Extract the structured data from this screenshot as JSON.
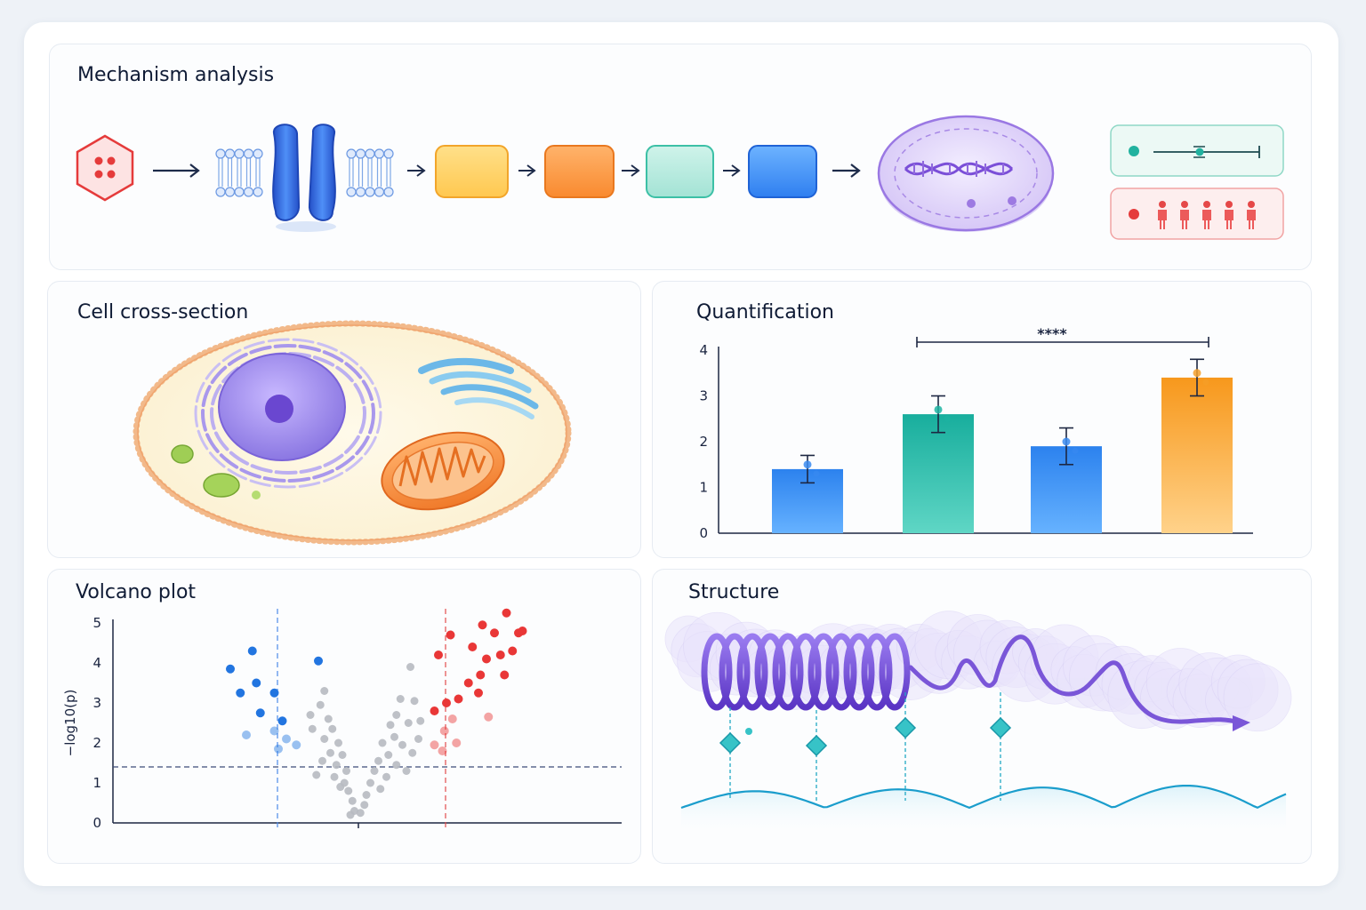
{
  "panels": {
    "mechanism": {
      "title": "Mechanism analysis"
    },
    "cell": {
      "title": "Cell cross-section"
    },
    "quant": {
      "title": "Quantification"
    },
    "volcano": {
      "title": "Volcano plot"
    },
    "structure": {
      "title": "Structure"
    }
  },
  "colors": {
    "blue": "#2b7fe6",
    "teal": "#22b3a2",
    "orange": "#f7a028",
    "red": "#ea3b3b",
    "purple": "#7b55d6",
    "grey": "#b9bcc3"
  },
  "icons": [
    "ligand-hexagon-icon",
    "arrow-right-icon",
    "membrane-channel-icon",
    "nucleus-dna-icon",
    "forest-plot-icon",
    "people-icon"
  ],
  "chart_data": [
    {
      "type": "bar",
      "categories": [
        "",
        "",
        "",
        ""
      ],
      "values": [
        1.4,
        2.6,
        1.9,
        3.4
      ],
      "errors": [
        0.3,
        0.4,
        0.4,
        0.4
      ],
      "ylim": [
        0,
        4
      ],
      "yticks": [
        "0",
        "1",
        "2",
        "3",
        "4"
      ],
      "significance": "****",
      "xlabel": "",
      "ylabel": ""
    },
    {
      "type": "scatter",
      "title": "Volcano plot",
      "ylabel": "−log10(p)",
      "ylim": [
        0,
        5
      ],
      "yticks": [
        "0",
        "1",
        "2",
        "3",
        "4",
        "5"
      ],
      "threshold_y": 1.4,
      "points_down": [
        {
          "x": -3.2,
          "y": 3.85
        },
        {
          "x": -2.65,
          "y": 4.3
        },
        {
          "x": -2.95,
          "y": 3.25
        },
        {
          "x": -2.55,
          "y": 3.5
        },
        {
          "x": -2.1,
          "y": 3.25
        },
        {
          "x": -2.45,
          "y": 2.75
        },
        {
          "x": -1.9,
          "y": 2.55
        },
        {
          "x": -1.0,
          "y": 4.05
        },
        {
          "x": -2.8,
          "y": 2.2
        },
        {
          "x": -2.1,
          "y": 2.3
        },
        {
          "x": -1.8,
          "y": 2.1
        },
        {
          "x": -2.0,
          "y": 1.85
        },
        {
          "x": -1.55,
          "y": 1.95
        }
      ],
      "points_up": [
        {
          "x": 2.3,
          "y": 4.7
        },
        {
          "x": 2.0,
          "y": 4.2
        },
        {
          "x": 2.85,
          "y": 4.4
        },
        {
          "x": 3.1,
          "y": 4.95
        },
        {
          "x": 3.4,
          "y": 4.75
        },
        {
          "x": 3.7,
          "y": 5.25
        },
        {
          "x": 3.2,
          "y": 4.1
        },
        {
          "x": 3.55,
          "y": 4.2
        },
        {
          "x": 4.0,
          "y": 4.75
        },
        {
          "x": 4.1,
          "y": 4.8
        },
        {
          "x": 3.85,
          "y": 4.3
        },
        {
          "x": 3.65,
          "y": 3.7
        },
        {
          "x": 3.05,
          "y": 3.7
        },
        {
          "x": 2.75,
          "y": 3.5
        },
        {
          "x": 2.5,
          "y": 3.1
        },
        {
          "x": 2.2,
          "y": 3.0
        },
        {
          "x": 1.9,
          "y": 2.8
        },
        {
          "x": 3.0,
          "y": 3.25
        },
        {
          "x": 2.35,
          "y": 2.6
        },
        {
          "x": 3.25,
          "y": 2.65
        },
        {
          "x": 2.15,
          "y": 2.3
        },
        {
          "x": 2.45,
          "y": 2.0
        },
        {
          "x": 1.9,
          "y": 1.95
        },
        {
          "x": 2.1,
          "y": 1.8
        }
      ],
      "points_ns": [
        {
          "x": -0.85,
          "y": 3.3
        },
        {
          "x": -0.95,
          "y": 2.95
        },
        {
          "x": -1.2,
          "y": 2.7
        },
        {
          "x": -0.75,
          "y": 2.6
        },
        {
          "x": -1.15,
          "y": 2.35
        },
        {
          "x": -0.65,
          "y": 2.35
        },
        {
          "x": -0.85,
          "y": 2.1
        },
        {
          "x": -0.5,
          "y": 2.0
        },
        {
          "x": -0.7,
          "y": 1.75
        },
        {
          "x": -0.4,
          "y": 1.7
        },
        {
          "x": -0.9,
          "y": 1.55
        },
        {
          "x": -0.55,
          "y": 1.45
        },
        {
          "x": -0.3,
          "y": 1.3
        },
        {
          "x": -0.6,
          "y": 1.15
        },
        {
          "x": -0.35,
          "y": 1.0
        },
        {
          "x": -0.25,
          "y": 0.8
        },
        {
          "x": -0.15,
          "y": 0.55
        },
        {
          "x": -0.1,
          "y": 0.3
        },
        {
          "x": -0.45,
          "y": 0.9
        },
        {
          "x": -0.2,
          "y": 0.2
        },
        {
          "x": -1.05,
          "y": 1.2
        },
        {
          "x": 1.3,
          "y": 3.9
        },
        {
          "x": 1.05,
          "y": 3.1
        },
        {
          "x": 1.4,
          "y": 3.05
        },
        {
          "x": 0.95,
          "y": 2.7
        },
        {
          "x": 1.25,
          "y": 2.5
        },
        {
          "x": 0.8,
          "y": 2.45
        },
        {
          "x": 1.55,
          "y": 2.55
        },
        {
          "x": 0.9,
          "y": 2.15
        },
        {
          "x": 0.6,
          "y": 2.0
        },
        {
          "x": 1.1,
          "y": 1.95
        },
        {
          "x": 0.75,
          "y": 1.7
        },
        {
          "x": 1.35,
          "y": 1.75
        },
        {
          "x": 0.5,
          "y": 1.55
        },
        {
          "x": 0.95,
          "y": 1.45
        },
        {
          "x": 0.4,
          "y": 1.3
        },
        {
          "x": 0.7,
          "y": 1.15
        },
        {
          "x": 0.3,
          "y": 1.0
        },
        {
          "x": 0.55,
          "y": 0.85
        },
        {
          "x": 0.2,
          "y": 0.7
        },
        {
          "x": 0.15,
          "y": 0.45
        },
        {
          "x": 0.05,
          "y": 0.25
        },
        {
          "x": 1.2,
          "y": 1.3
        },
        {
          "x": 1.5,
          "y": 2.1
        }
      ]
    }
  ]
}
